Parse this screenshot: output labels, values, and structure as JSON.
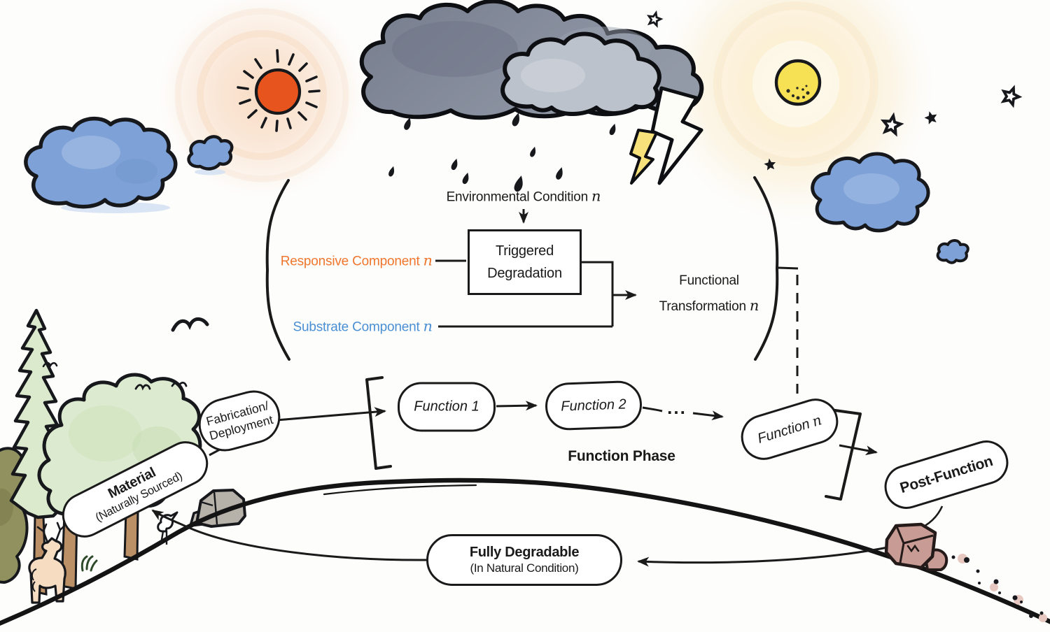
{
  "flow_module": {
    "environmental_condition": {
      "label": "Environmental Condition",
      "var": "n"
    },
    "responsive_component": {
      "label": "Responsive Component",
      "var": "n"
    },
    "substrate_component": {
      "label": "Substrate Component",
      "var": "n"
    },
    "triggered_degradation": {
      "line1": "Triggered",
      "line2": "Degradation"
    },
    "functional_transformation": {
      "line1": "Functional",
      "line2": "Transformation",
      "var": "n"
    }
  },
  "lifecycle": {
    "material": {
      "title": "Material",
      "subtitle": "(Naturally Sourced)"
    },
    "fabrication": {
      "line1": "Fabrication/",
      "line2": "Deployment"
    },
    "function_1": "Function 1",
    "function_2": "Function 2",
    "ellipsis": "...",
    "function_n": {
      "label": "Function",
      "var": "n"
    },
    "function_phase": "Function Phase",
    "post_function": "Post-Function",
    "fully_degradable": {
      "title": "Fully Degradable",
      "subtitle": "(In Natural Condition)"
    }
  },
  "colors": {
    "ink": "#1A1A1A",
    "responsive_orange": "#F0762D",
    "substrate_blue": "#4A8FD3",
    "sun_orange": "#E8541D",
    "sun_halo": "#F8DCC2",
    "moon_yellow": "#F6E054",
    "moon_halo": "#FBEDCE",
    "lightning_yellow": "#F6E17A",
    "cloud_blue": "#7EA2D8",
    "storm_gray_dark": "#7B8292",
    "storm_gray_light": "#BCC2CC",
    "tree_green": "#DBE9CD",
    "bush_olive": "#90915F",
    "deer_tan": "#F6DDC2",
    "rock_gray": "#B6B1A9",
    "rock_red": "#C89C94"
  }
}
